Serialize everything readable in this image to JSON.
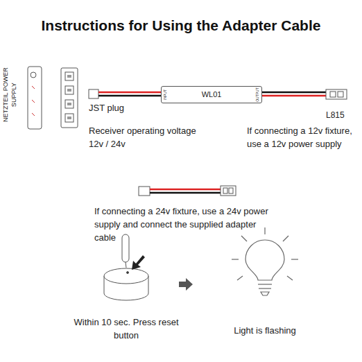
{
  "diagram": {
    "title": "Instructions for Using the Adapter Cable",
    "nodes": [
      {
        "text": [
          "INPUT",
          "WL01",
          "OUTPUT"
        ]
      }
    ],
    "labels": [
      "NETZTEIL POWER SUPPLY",
      "JST plug",
      "L815",
      "Receiver operating voltage 12v / 24v",
      "If connecting a 12v fixture, use a 12v power supply",
      "If connecting a 24v fixture, use a 24v power supply and connect the supplied adapter cable",
      "Within 10 sec. Press reset button",
      "Light is flashing"
    ]
  }
}
